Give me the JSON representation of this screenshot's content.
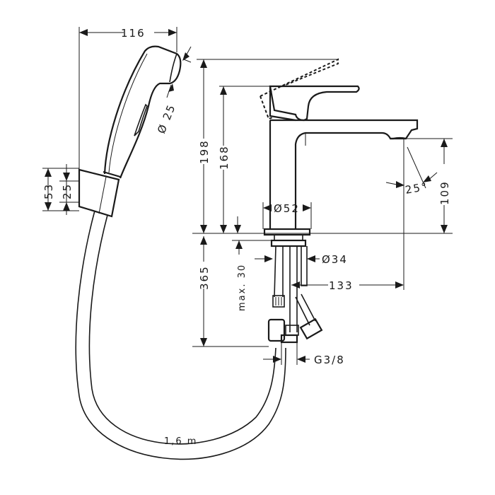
{
  "diagram": {
    "type": "technical-dimension-drawing",
    "subject": "basin mixer with hand shower (bidet spray) and hose",
    "units": "mm",
    "stroke_color": "#1a1a1a",
    "background": "#ffffff"
  },
  "dimensions": {
    "hand_shower_width": "116",
    "hand_shower_diameter": "Ø 25",
    "holder_height": "53",
    "holder_inner": "25",
    "total_height": "198",
    "body_height": "168",
    "base_diameter": "Ø52",
    "spout_height": "109",
    "spout_angle": "25°",
    "shank_diameter": "Ø34",
    "max_thickness": "max. 30",
    "below_deck_length": "365",
    "spout_reach": "133",
    "connection_thread": "G3/8",
    "hose_length": "1,6 m"
  }
}
